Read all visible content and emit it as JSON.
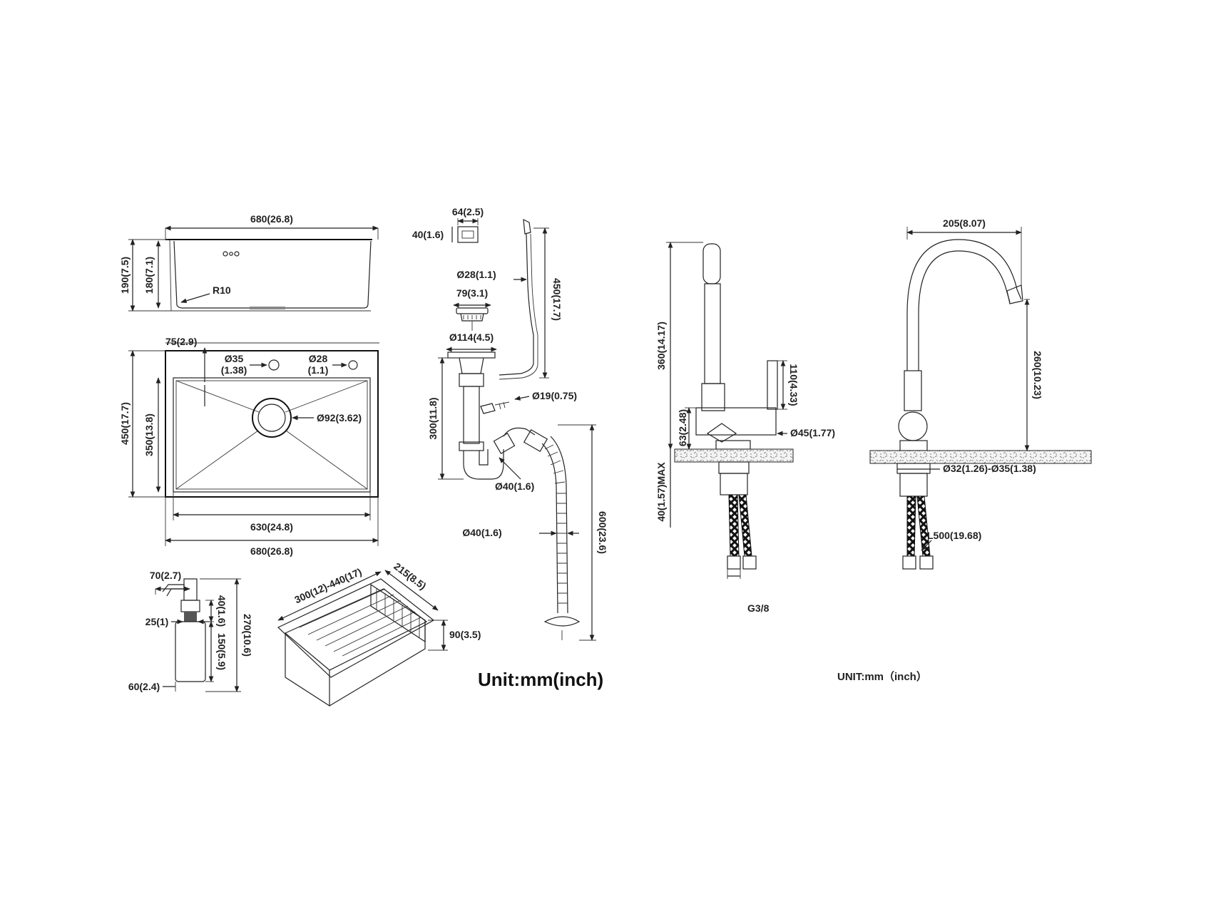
{
  "sink": {
    "top_width": "680(26.8)",
    "depth_outer": "190(7.5)",
    "depth_inner": "180(7.1)",
    "radius": "R10",
    "hole_offset": "75(2.9)",
    "hole1_dia": "Ø35",
    "hole1_inch": "(1.38)",
    "hole2_dia": "Ø28",
    "hole2_inch": "(1.1)",
    "height_outer": "450(17.7)",
    "height_inner": "350(13.8)",
    "drain_dia": "Ø92(3.62)",
    "inner_width": "630(24.8)",
    "outer_width": "680(26.8)"
  },
  "drain": {
    "overflow_w": "64(2.5)",
    "overflow_h": "40(1.6)",
    "hose_dia": "Ø28(1.1)",
    "hose_len": "450(17.7)",
    "strainer_w": "79(3.1)",
    "basket_dia": "Ø114(4.5)",
    "side_dia": "Ø19(0.75)",
    "trap_h": "300(11.8)",
    "trap_dia": "Ø40(1.6)",
    "pipe_dia": "Ø40(1.6)",
    "pipe_len": "600(23.6)"
  },
  "dispenser": {
    "spout": "70(2.7)",
    "neck": "25(1)",
    "neck_h": "40(1.6)",
    "body_h": "150(5.9)",
    "total_h": "270(10.6)",
    "body_w": "60(2.4)"
  },
  "basket": {
    "length": "300(12)-440(17)",
    "width": "215(8.5)",
    "height": "90(3.5)"
  },
  "unit_label_left": "Unit:mm(inch)",
  "faucet1": {
    "height": "360(14.17)",
    "lever": "110(4.33)",
    "base_h": "63(2.48)",
    "base_dia": "Ø45(1.77)",
    "counter": "40(1.57)MAX",
    "thread": "G3/8"
  },
  "faucet2": {
    "reach": "205(8.07)",
    "height": "260(10.23)",
    "hole": "Ø32(1.26)-Ø35(1.38)",
    "hose": "L500(19.68)"
  },
  "unit_label_right": "UNIT:mm（inch）"
}
